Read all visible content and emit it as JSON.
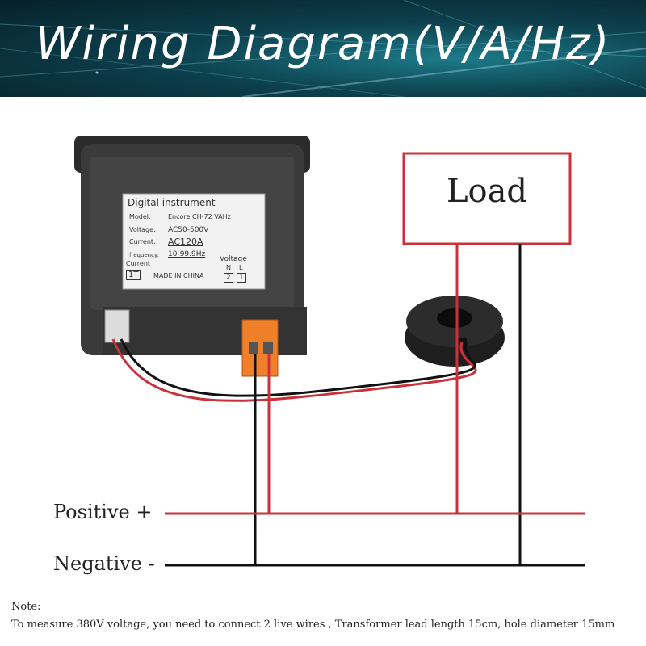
{
  "header": {
    "title": "Wiring Diagram(V/A/Hz)"
  },
  "meter_label": {
    "heading": "Digital  instrument",
    "model_key": "Model:",
    "model_value": "Encore CH-72 VAHz",
    "voltage_key": "Voltage:",
    "voltage_value": "AC50-500V",
    "current_key": "Current:",
    "current_value": "AC120A",
    "frequency_key": "frequency:",
    "frequency_value": "10-99.9Hz",
    "current_terminal_label": "Current",
    "current_terminal_pin": "1T",
    "origin": "MADE IN CHINA",
    "voltage_terminal_label": "Voltage",
    "voltage_terminal_n": "N",
    "voltage_terminal_l": "L",
    "voltage_terminal_pin2": "2",
    "voltage_terminal_pin1": "1"
  },
  "load": {
    "label": "Load"
  },
  "rails": {
    "positive": "Positive +",
    "negative": "Negative -"
  },
  "note": {
    "title": "Note:",
    "text": "To measure 380V voltage, you need to connect 2 live wires  , Transformer lead length 15cm, hole diameter 15mm"
  },
  "colors": {
    "red_wire": "#c8333b",
    "black_wire": "#111111",
    "terminal_orange": "#f07f2a",
    "banner_bg": "#0d3f4c"
  }
}
